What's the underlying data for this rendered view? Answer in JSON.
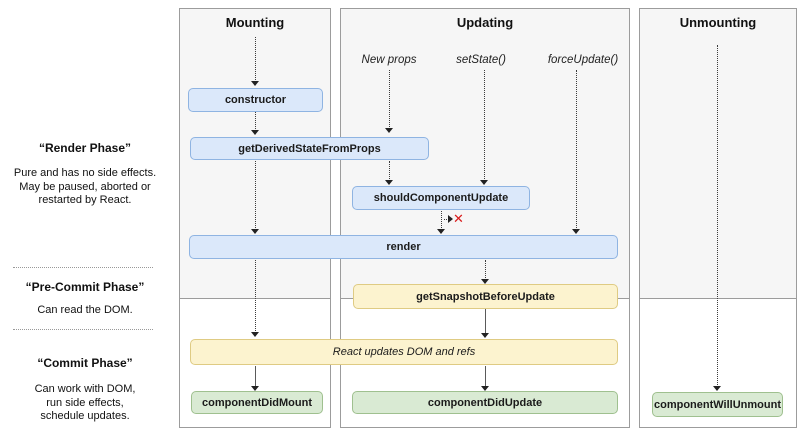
{
  "sidebar": {
    "phases": [
      {
        "title": "“Render Phase”",
        "lines": [
          "Pure and has no side effects.",
          "May be paused, aborted or",
          "restarted by React."
        ]
      },
      {
        "title": "“Pre-Commit Phase”",
        "lines": [
          "Can read the DOM."
        ]
      },
      {
        "title": "“Commit Phase”",
        "lines": [
          "Can work with DOM,",
          "run side effects,",
          "schedule updates."
        ]
      }
    ]
  },
  "columns": {
    "mounting": "Mounting",
    "updating": "Updating",
    "unmounting": "Unmounting"
  },
  "triggers": {
    "new_props": "New props",
    "set_state": "setState()",
    "force_update": "forceUpdate()"
  },
  "methods": {
    "constructor": "constructor",
    "get_derived_state_from_props": "getDerivedStateFromProps",
    "should_component_update": "shouldComponentUpdate",
    "render": "render",
    "get_snapshot_before_update": "getSnapshotBeforeUpdate",
    "react_updates": "React updates DOM and refs",
    "component_did_mount": "componentDidMount",
    "component_did_update": "componentDidUpdate",
    "component_will_unmount": "componentWillUnmount"
  },
  "icons": {
    "abort_x": "✕"
  },
  "colors": {
    "column_bg": "#f6f6f6",
    "column_border": "#9c9c9c",
    "blue_fill": "#dbe8fa",
    "blue_border": "#8fb4e2",
    "yellow_fill": "#fcf3cf",
    "yellow_border": "#dfcb83",
    "green_fill": "#d9ead3",
    "green_border": "#9fc08f",
    "abort_red": "#d91a1a"
  }
}
